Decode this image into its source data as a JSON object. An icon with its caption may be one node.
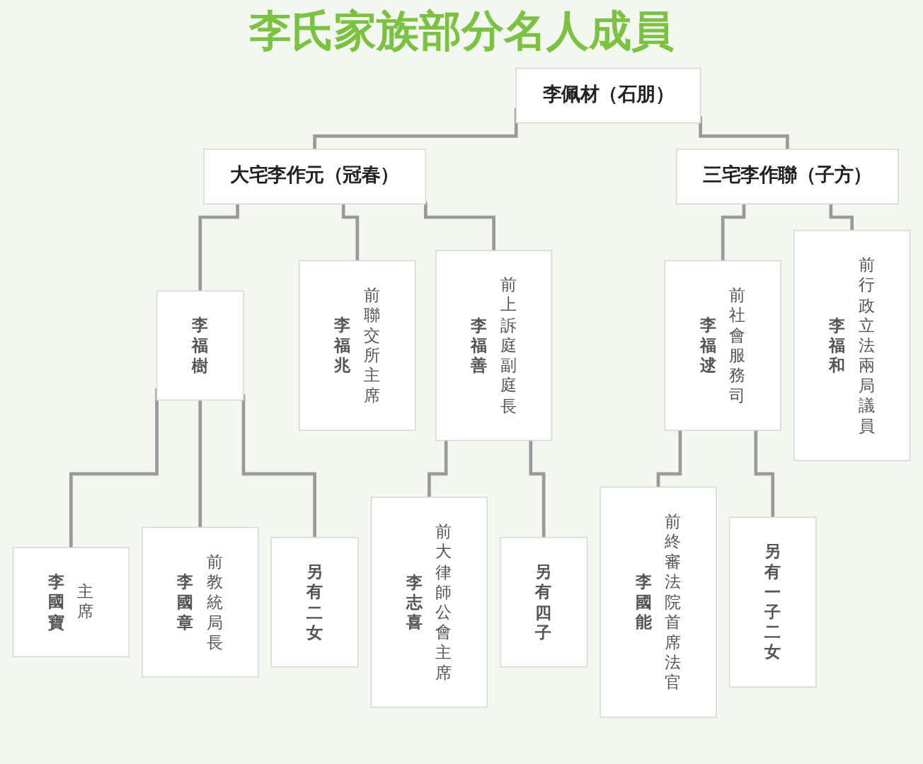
{
  "diagram": {
    "title": "李氏家族部分名人成員",
    "nodes": [
      {
        "text": [
          "李佩材（石朋）"
        ]
      },
      {
        "text": [
          "大宅李作元（冠春）"
        ]
      },
      {
        "text": [
          "三宅李作聯（子方）"
        ]
      },
      {
        "text": [
          "李福樹"
        ]
      },
      {
        "text": [
          "李福兆",
          "前聯交所主席"
        ]
      },
      {
        "text": [
          "李福善",
          "前上訴庭副庭長"
        ]
      },
      {
        "text": [
          "李福逑",
          "前社會服務司"
        ]
      },
      {
        "text": [
          "李福和",
          "前行政立法兩局議員"
        ]
      },
      {
        "text": [
          "李國寶",
          "主席"
        ]
      },
      {
        "text": [
          "李國章",
          "前教統局長"
        ]
      },
      {
        "text": [
          "另有二女"
        ]
      },
      {
        "text": [
          "李志喜",
          "前大律師公會主席"
        ]
      },
      {
        "text": [
          "另有四子"
        ]
      },
      {
        "text": [
          "李國能",
          "前終審法院首席法官"
        ]
      },
      {
        "text": [
          "另有一子二女"
        ]
      }
    ],
    "edges": [
      {
        "from": 0,
        "to": 1,
        "arrow": "none"
      },
      {
        "from": 0,
        "to": 2,
        "arrow": "none"
      },
      {
        "from": 1,
        "to": 3,
        "arrow": "none"
      },
      {
        "from": 1,
        "to": 4,
        "arrow": "none"
      },
      {
        "from": 1,
        "to": 5,
        "arrow": "none"
      },
      {
        "from": 2,
        "to": 6,
        "arrow": "none"
      },
      {
        "from": 2,
        "to": 7,
        "arrow": "none"
      },
      {
        "from": 3,
        "to": 8,
        "arrow": "none"
      },
      {
        "from": 3,
        "to": 9,
        "arrow": "none"
      },
      {
        "from": 3,
        "to": 10,
        "arrow": "none"
      },
      {
        "from": 5,
        "to": 11,
        "arrow": "none"
      },
      {
        "from": 5,
        "to": 12,
        "arrow": "none"
      },
      {
        "from": 6,
        "to": 13,
        "arrow": "none"
      },
      {
        "from": 6,
        "to": 14,
        "arrow": "none"
      }
    ]
  }
}
